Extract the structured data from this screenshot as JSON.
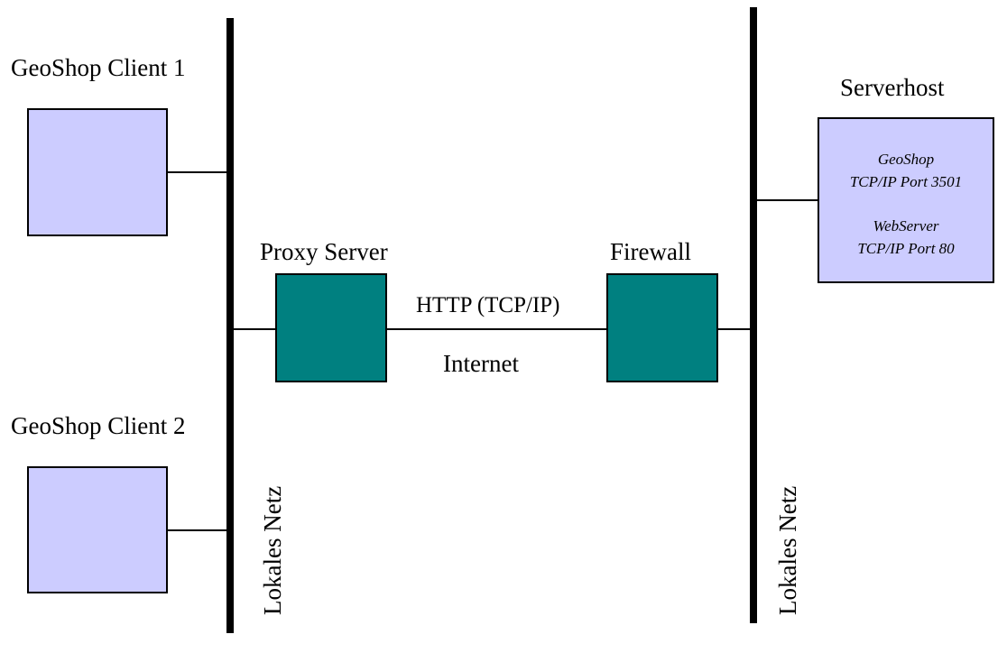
{
  "clients": [
    {
      "label": "GeoShop Client 1"
    },
    {
      "label": "GeoShop Client 2"
    }
  ],
  "proxy": {
    "label": "Proxy Server"
  },
  "firewall": {
    "label": "Firewall"
  },
  "link": {
    "protocol": "HTTP (TCP/IP)",
    "network": "Internet"
  },
  "serverhost": {
    "label": "Serverhost",
    "services": [
      {
        "name": "GeoShop",
        "port": "TCP/IP Port 3501"
      },
      {
        "name": "WebServer",
        "port": "TCP/IP Port 80"
      }
    ]
  },
  "lans": [
    {
      "label": "Lokales Netz"
    },
    {
      "label": "Lokales Netz"
    }
  ],
  "colors": {
    "client_fill": "#ccccff",
    "device_fill": "#008080",
    "line": "#000000"
  }
}
